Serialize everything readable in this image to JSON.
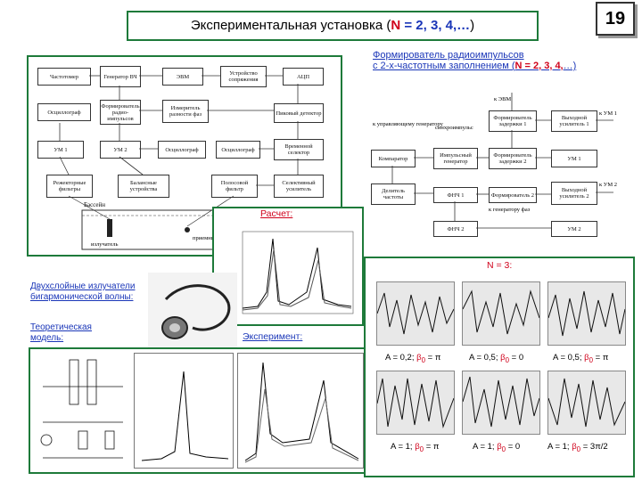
{
  "page_number": "19",
  "title": {
    "main": "Экспериментальная установка (",
    "n": "N",
    "eq": " = 2, 3, 4,…",
    "close": ")"
  },
  "right_panel": {
    "heading_line1": "Формирователь радиоимпульсов",
    "heading_line2": "с 2-х-частотным заполнением (",
    "heading_n": "N = 2, 3, 4,",
    "heading_end": "…)"
  },
  "left_blocks": [
    "Частотомер",
    "Генератор ВЧ",
    "ЭВМ",
    "Устройство сопряжения",
    "АЦП",
    "Осциллограф",
    "Формирователь радио-импульсов",
    "Измеритель разности фаз",
    "Пиковый детектор",
    "УМ 1",
    "УМ 2",
    "Осциллограф",
    "Осциллограф",
    "Временной селектор",
    "Режекторные фильтры",
    "Балансные устройства",
    "Полосовой фильтр",
    "Селективный усилитель",
    "Бассейн",
    "излучатель",
    "приемник"
  ],
  "right_blocks": [
    "Формирователь задержки 1",
    "Выходной усилитель 1",
    "Импульсный генератор",
    "Формирователь задержки 2",
    "УМ 1",
    "Компаратор",
    "Делитель частоты",
    "ФНЧ 1",
    "Формирователь 2",
    "Выходной усилитель 2",
    "ФНЧ 2",
    "УМ 2",
    "к ЭВМ",
    "к управляющему генератору",
    "синхроимпульс",
    "к УМ 1",
    "к УМ 2",
    "к генератору фаз"
  ],
  "labels": {
    "raschet": "Расчет:",
    "n3": "N = 3:",
    "dual_line1": "Двухслойные излучатели",
    "dual_line2": "бигармонической волны:",
    "theory_line1": "Теоретическая",
    "theory_line2": "модель:",
    "experiment": "Эксперимент:"
  },
  "osc_captions": [
    {
      "a": "A = 0,2; ",
      "b": "β",
      "c": "0",
      "d": " = π"
    },
    {
      "a": "A = 0,5; ",
      "b": "β",
      "c": "0",
      "d": " = 0"
    },
    {
      "a": "A = 0,5; ",
      "b": "β",
      "c": "0",
      "d": " = π"
    },
    {
      "a": "A = 1; ",
      "b": "β",
      "c": "0",
      "d": " = π"
    },
    {
      "a": "A = 1; ",
      "b": "β",
      "c": "0",
      "d": " = 0"
    },
    {
      "a": "A = 1; ",
      "b": "β",
      "c": "0",
      "d": " = 3π/2"
    }
  ],
  "colors": {
    "frame": "#1e7a3a",
    "accent_blue": "#1a36b8",
    "accent_red": "#d0021b"
  }
}
